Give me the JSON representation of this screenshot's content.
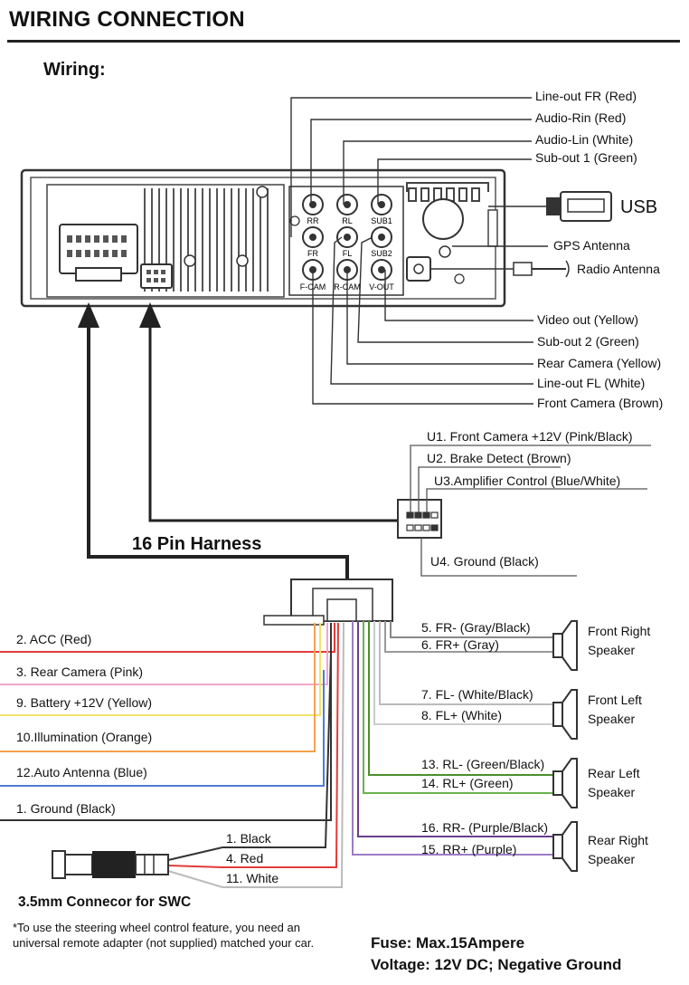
{
  "header": {
    "title": "WIRING CONNECTION",
    "subtitle": "Wiring:"
  },
  "rear_panel": {
    "rca_top": [
      "RR",
      "RL",
      "SUB1"
    ],
    "rca_mid": [
      "FR",
      "FL",
      "SUB2"
    ],
    "rca_bot": [
      "F-CAM",
      "R-CAM",
      "V-OUT"
    ]
  },
  "callouts_top": [
    "Line-out FR (Red)",
    "Audio-Rin (Red)",
    "Audio-Lin (White)",
    "Sub-out 1 (Green)"
  ],
  "usb_label": "USB",
  "gps_label": "GPS Antenna",
  "radio_label": "Radio Antenna",
  "callouts_bottom": [
    "Video out (Yellow)",
    "Sub-out 2 (Green)",
    "Rear Camera (Yellow)",
    "Line-out FL (White)",
    "Front Camera (Brown)"
  ],
  "u_connector": [
    "U1. Front Camera +12V (Pink/Black)",
    "U2. Brake Detect (Brown)",
    "U3.Amplifier Control (Blue/White)",
    "U4. Ground (Black)"
  ],
  "harness_title": "16 Pin Harness",
  "left_wires": [
    {
      "label": "2. ACC (Red)",
      "color": "#e23b3b"
    },
    {
      "label": "3. Rear Camera    (Pink)",
      "color": "#f2a7c9"
    },
    {
      "label": "9. Battery +12V (Yellow)",
      "color": "#f3e36b"
    },
    {
      "label": "10.Illumination  (Orange)",
      "color": "#f4a24c"
    },
    {
      "label": "12.Auto Antenna  (Blue)",
      "color": "#4f7bd6"
    },
    {
      "label": "1. Ground (Black)",
      "color": "#333333"
    }
  ],
  "speaker_wires": [
    {
      "label": "5. FR- (Gray/Black)",
      "color": "#888888"
    },
    {
      "label": "6. FR+ (Gray)",
      "color": "#999999"
    },
    {
      "label": "7. FL- (White/Black)",
      "color": "#bbbbbb"
    },
    {
      "label": "8. FL+ (White)",
      "color": "#cccccc"
    },
    {
      "label": "13. RL- (Green/Black)",
      "color": "#4b8f2b"
    },
    {
      "label": "14. RL+ (Green)",
      "color": "#69b34c"
    },
    {
      "label": "16. RR- (Purple/Black)",
      "color": "#6a3f8f"
    },
    {
      "label": "15. RR+ (Purple)",
      "color": "#9b7cc6"
    }
  ],
  "speakers": [
    {
      "line1": "Front Right",
      "line2": "Speaker"
    },
    {
      "line1": "Front Left",
      "line2": "Speaker"
    },
    {
      "line1": "Rear Left",
      "line2": "Speaker"
    },
    {
      "line1": "Rear Right",
      "line2": "Speaker"
    }
  ],
  "swc_wires": [
    "1. Black",
    "4. Red",
    "11. White"
  ],
  "swc_title": "3.5mm Connecor for SWC",
  "note": "*To use the steering wheel control feature, you need an universal remote adapter (not supplied) matched your car.",
  "fuse": "Fuse: Max.15Ampere",
  "voltage": "Voltage: 12V DC; Negative Ground"
}
